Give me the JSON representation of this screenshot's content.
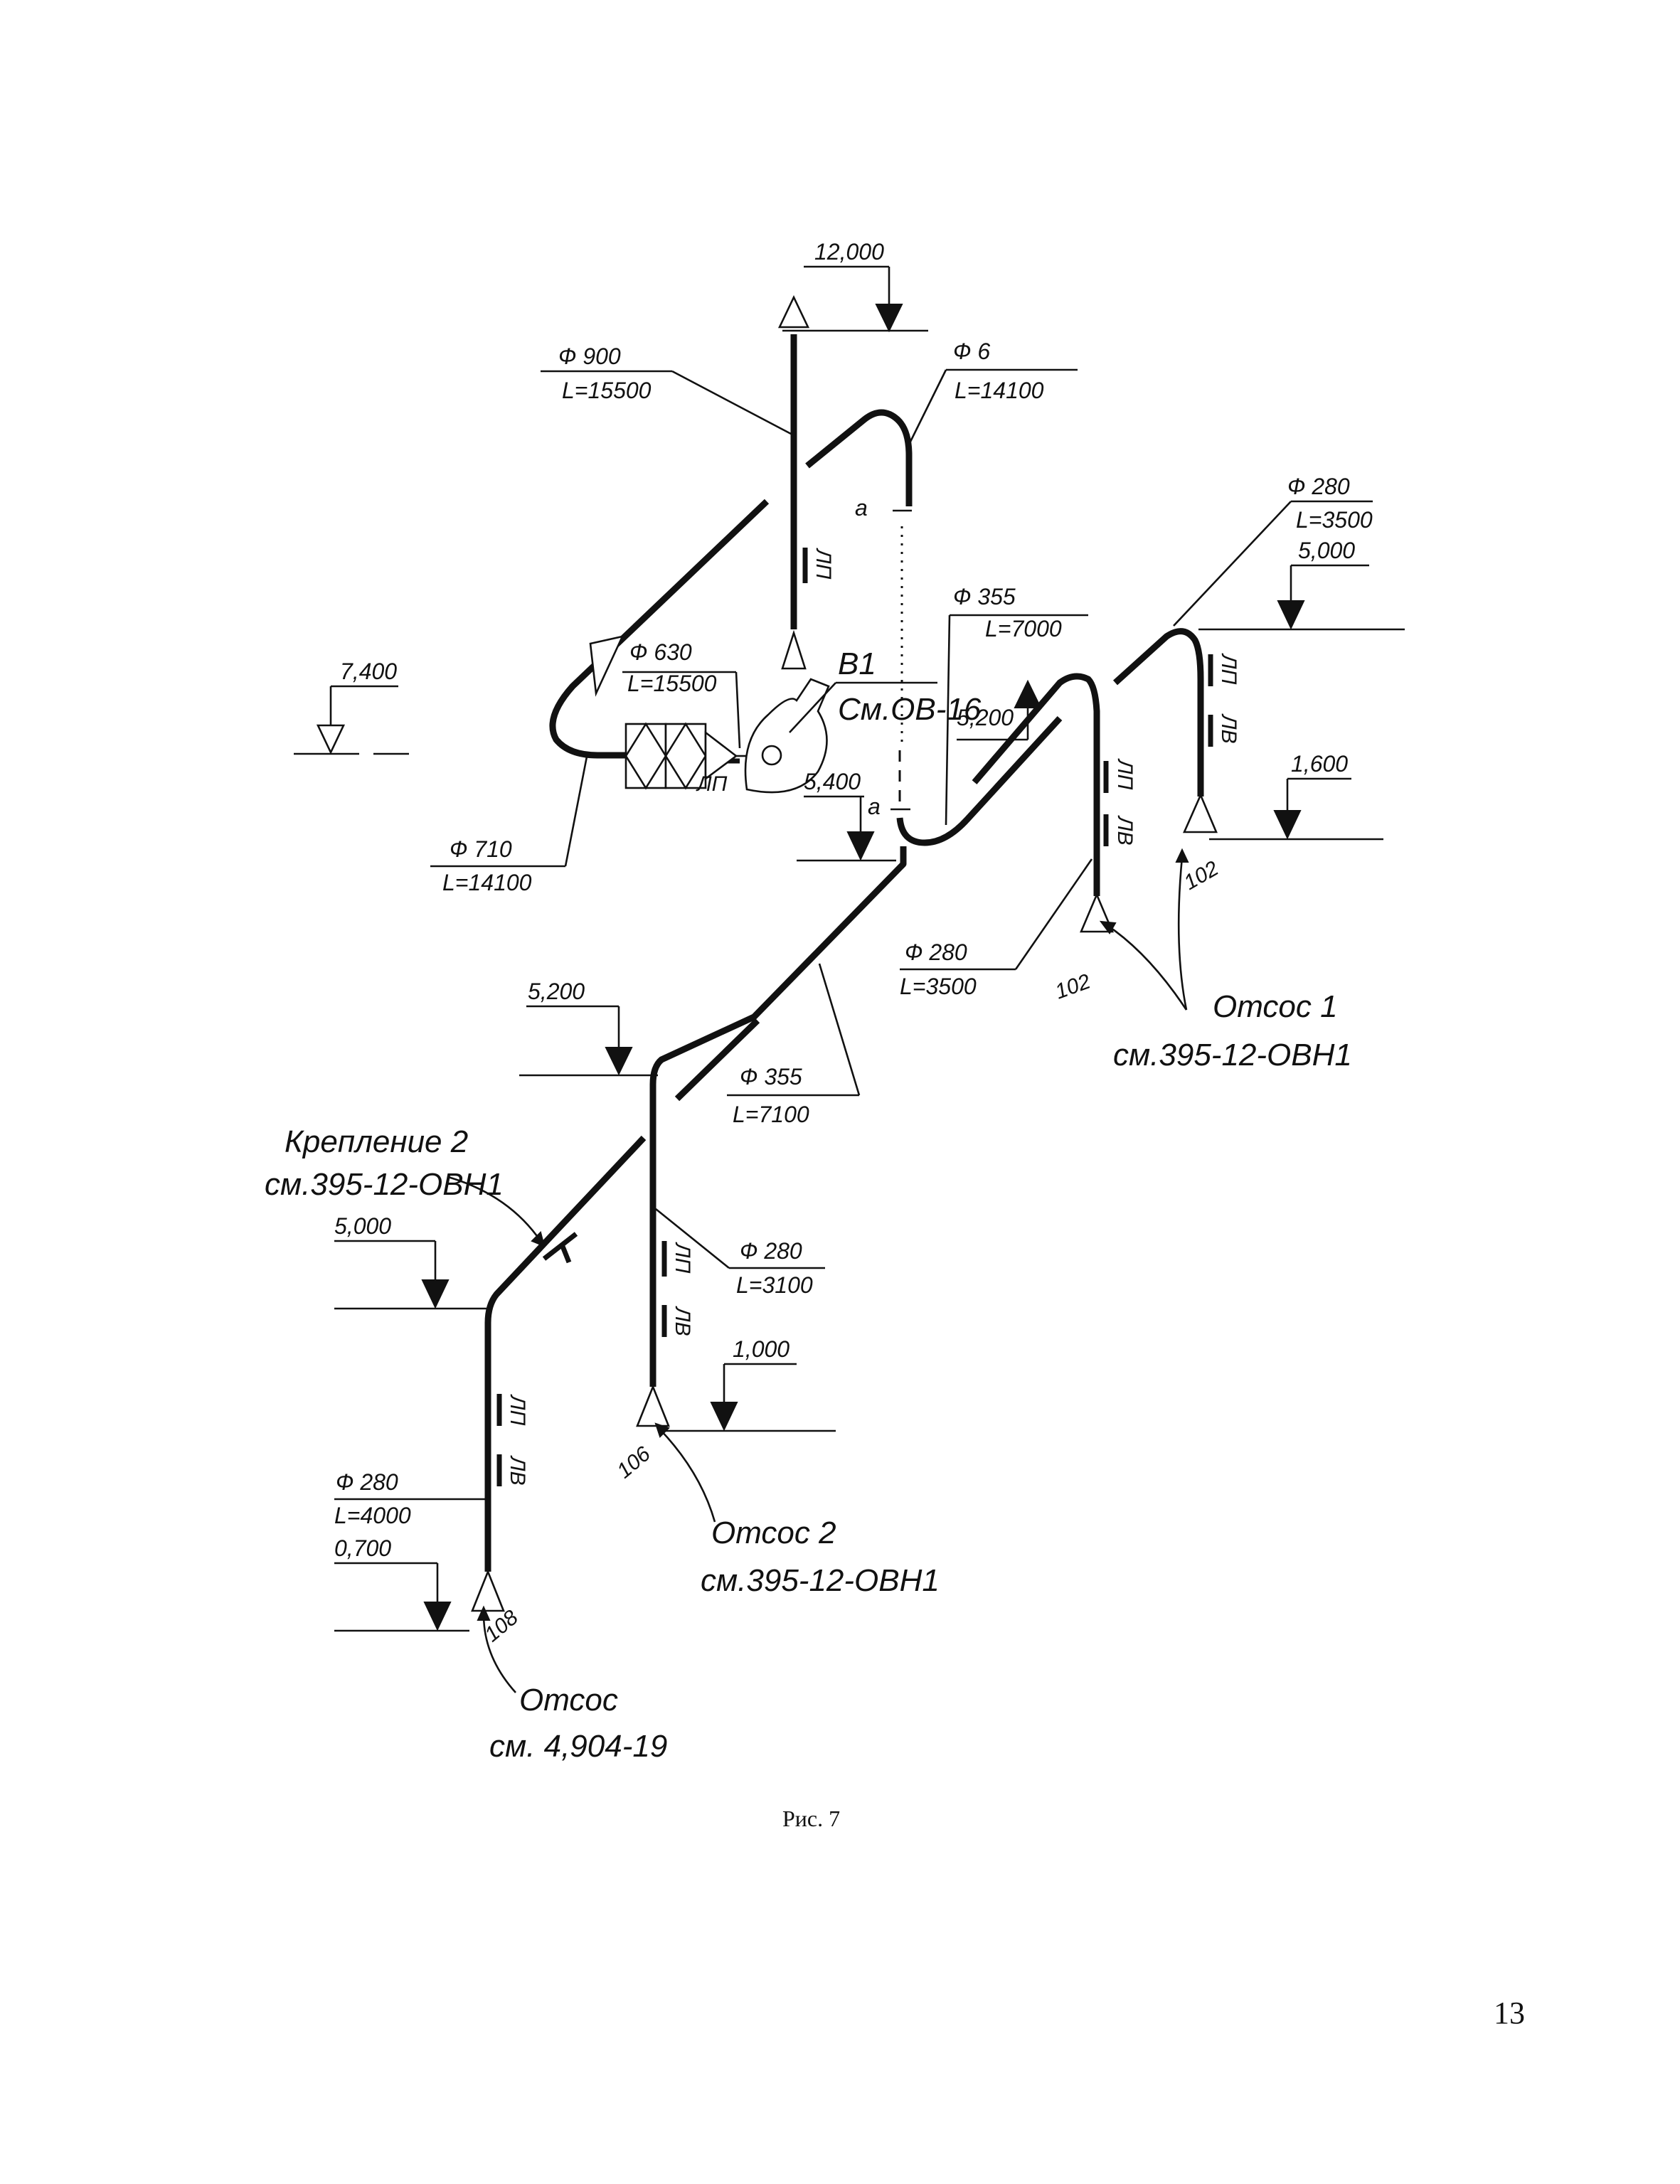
{
  "caption": "Рис. 7",
  "page_number": "13",
  "elevations": {
    "e12000": "12,000",
    "e7400": "7,400",
    "e5400": "5,400",
    "e5200_mid": "5,200",
    "e5000_right": "5,000",
    "e1600": "1,600",
    "e5200_left": "5,200",
    "e5000_left": "5,000",
    "e1000": "1,000",
    "e0700": "0,700"
  },
  "callouts": {
    "d900": {
      "d": "Ф 900",
      "l": "L=15500"
    },
    "d6xx": {
      "d": "Ф 6",
      "l": "L=14100"
    },
    "d630": {
      "d": "Ф 630",
      "l": "L=15500"
    },
    "d710": {
      "d": "Ф 710",
      "l": "L=14100"
    },
    "d355a": {
      "d": "Ф 355",
      "l": "L=7000"
    },
    "d280r": {
      "d": "Ф 280",
      "l": "L=3500"
    },
    "d280m": {
      "d": "Ф 280",
      "l": "L=3500"
    },
    "d355b": {
      "d": "Ф 355",
      "l": "L=7100"
    },
    "d280c": {
      "d": "Ф 280",
      "l": "L=3100"
    },
    "d280l": {
      "d": "Ф 280",
      "l": "L=4000"
    }
  },
  "fan": {
    "name": "В1",
    "ref": "См.ОВ-16"
  },
  "section_mark": "а",
  "damper_label": "ЛП",
  "valve_labels": {
    "lp": "ЛП",
    "lv": "ЛВ"
  },
  "terminals": {
    "t102a": "102",
    "t102b": "102",
    "t106": "106",
    "t108": "108"
  },
  "notes": {
    "otsos1": "Отсос 1",
    "otsos1_ref": "см.395-12-ОВН1",
    "otsos2": "Отсос 2",
    "otsos2_ref": "см.395-12-ОВН1",
    "otsos3": "Отсос",
    "otsos3_ref": "см. 4,904-19",
    "krepl": "Крепление 2",
    "krepl_ref": "см.395-12-ОВН1"
  }
}
